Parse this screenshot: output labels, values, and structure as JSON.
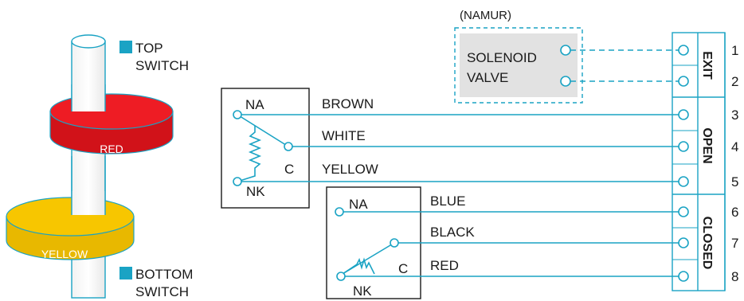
{
  "shaft_labels": {
    "top_switch_line1": "TOP",
    "top_switch_line2": "SWITCH",
    "bottom_switch_line1": "BOTTOM",
    "bottom_switch_line2": "SWITCH",
    "red_cam": "RED",
    "yellow_cam": "YELLOW"
  },
  "solenoid": {
    "standard": "(NAMUR)",
    "line1": "SOLENOID",
    "line2": "VALVE"
  },
  "switch_top": {
    "na": "NA",
    "c": "C",
    "nk": "NK"
  },
  "switch_bottom": {
    "na": "NA",
    "c": "C",
    "nk": "NK"
  },
  "wires": {
    "w1": "BROWN",
    "w2": "WHITE",
    "w3": "YELLOW",
    "w4": "BLUE",
    "w5": "BLACK",
    "w6": "RED"
  },
  "terminals": [
    "1",
    "2",
    "3",
    "4",
    "5",
    "6",
    "7",
    "8"
  ],
  "sections": {
    "exit": "EXIT",
    "open": "OPEN",
    "closed": "CLOSED"
  },
  "colors": {
    "wire": "#1aa3c4",
    "red_cam": "#ee1c24",
    "yellow_cam": "#f7c600",
    "marker": "#1aa3c4",
    "solenoid_fill": "#e2e2e2"
  }
}
